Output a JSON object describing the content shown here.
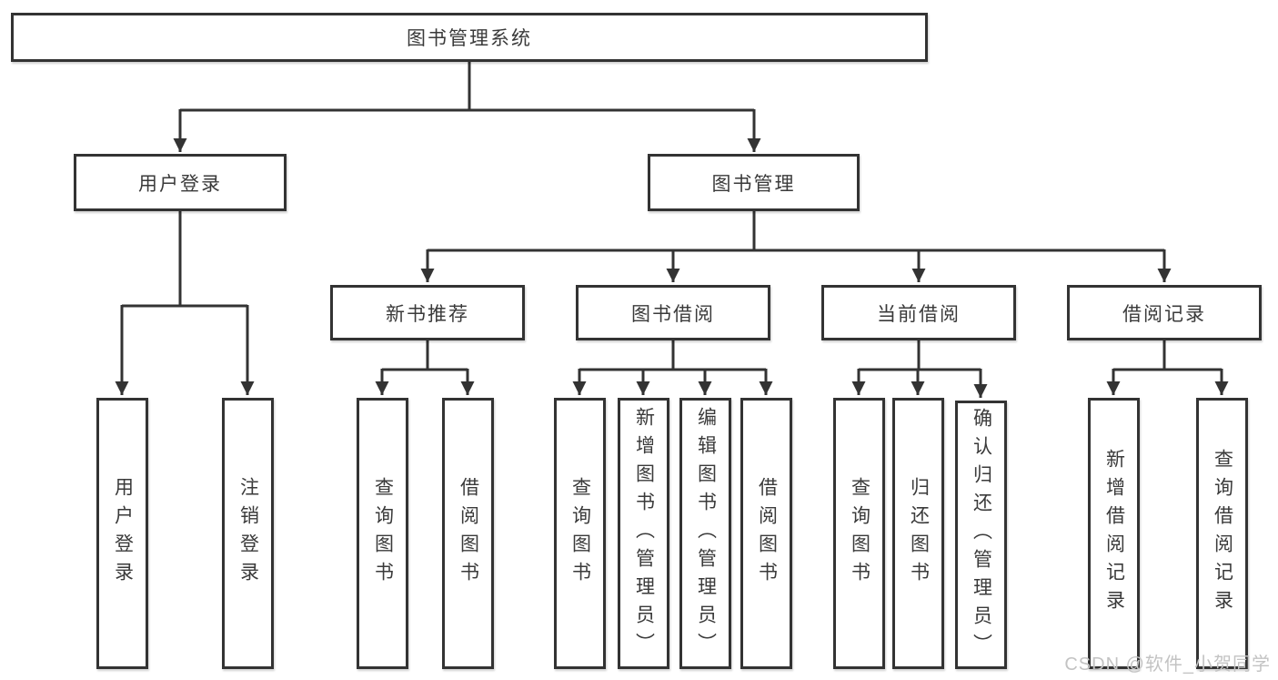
{
  "diagram": {
    "title": "图书管理系统",
    "root": "图书管理系统",
    "level2": {
      "user_login": "用户登录",
      "book_mgmt": "图书管理"
    },
    "level3": {
      "new_books": "新书推荐",
      "borrowing": "图书借阅",
      "current": "当前借阅",
      "records": "借阅记录"
    },
    "leaves": {
      "user_login": [
        "用户登录",
        "注销登录"
      ],
      "new_books": [
        "查询图书",
        "借阅图书"
      ],
      "borrowing": [
        "查询图书",
        "新增图书（管理员）",
        "编辑图书（管理员）",
        "借阅图书"
      ],
      "current": [
        "查询图书",
        "归还图书",
        "确认归还（管理员）"
      ],
      "records": [
        "新增借阅记录",
        "查询借阅记录"
      ]
    }
  },
  "watermark": "CSDN @软件_小贺同学",
  "colors": {
    "line": "#333333",
    "text": "#3a3a3a",
    "watermark": "#c3c3c3",
    "background": "#ffffff"
  }
}
